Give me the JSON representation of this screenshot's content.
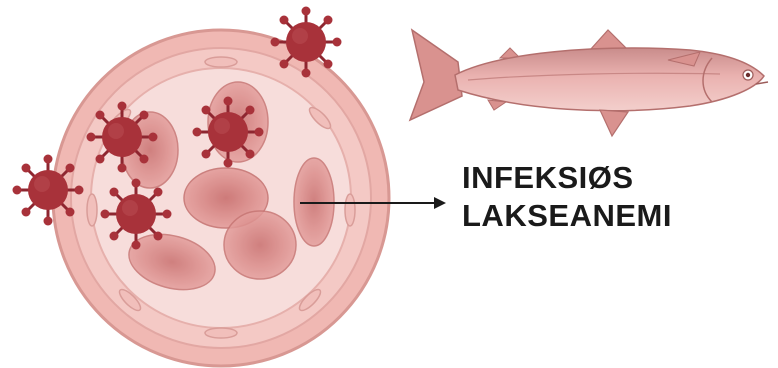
{
  "label": {
    "line1": "INFEKSIØS",
    "line2": "LAKSEANEMI"
  },
  "colors": {
    "vessel_wall": "#f0b8b3",
    "vessel_outline": "#d89893",
    "lumen": "#f7dddb",
    "red_blood_cell": "#d98a88",
    "virus": "#a8323a",
    "fish_body": "#e3a7a5",
    "arrow": "#1a1a1a"
  },
  "icons": [
    "blood-vessel",
    "red-blood-cell",
    "virus-particle",
    "salmon-fish",
    "arrow-right"
  ]
}
